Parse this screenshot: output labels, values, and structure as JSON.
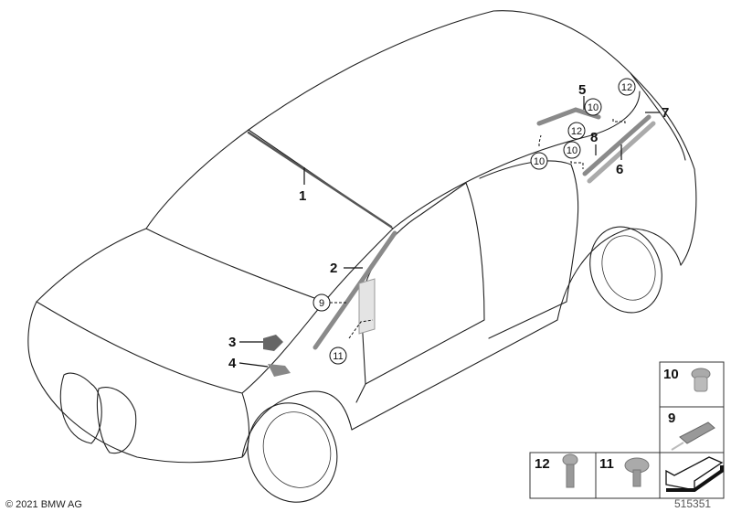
{
  "callouts": {
    "c1": "1",
    "c2": "2",
    "c3": "3",
    "c4": "4",
    "c5": "5",
    "c6": "6",
    "c7": "7",
    "c8": "8"
  },
  "circled": {
    "a": "12",
    "b": "10",
    "c": "12",
    "d": "10",
    "e": "10",
    "f": "9",
    "g": "11"
  },
  "legend": {
    "item10": "10",
    "item9": "9",
    "item12": "12",
    "item11": "11"
  },
  "footer": {
    "copyright": "© 2021 BMW AG",
    "diagram_number": "515351"
  }
}
